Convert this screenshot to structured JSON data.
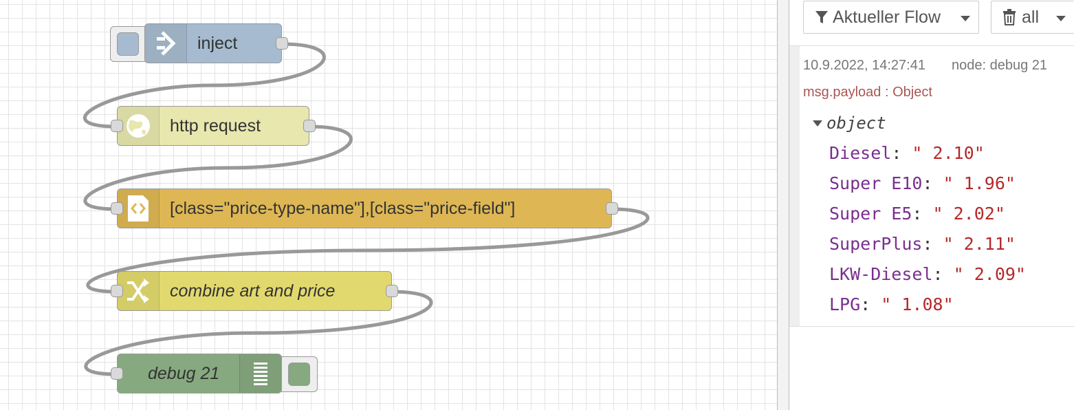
{
  "workspace": {
    "nodes": [
      {
        "id": "inject",
        "label": "inject",
        "color": "#a6bbcf",
        "icon": "arrow-in-icon"
      },
      {
        "id": "http",
        "label": "http request",
        "color": "#e7e7ae",
        "icon": "globe-icon"
      },
      {
        "id": "html",
        "label": "[class=\"price-type-name\"],[class=\"price-field\"]",
        "color": "#deb754",
        "icon": "code-file-icon"
      },
      {
        "id": "function",
        "label": "combine art and price",
        "color": "#e2d96e",
        "icon": "shuffle-icon"
      },
      {
        "id": "debug",
        "label": "debug 21",
        "color": "#87a980",
        "icon": "list-icon"
      }
    ],
    "wire_color": "#999999"
  },
  "sidebar": {
    "filter_label": "Aktueller Flow",
    "clear_label": "all",
    "message": {
      "timestamp": "10.9.2022, 14:27:41",
      "node": "node: debug 21",
      "topic": "msg.payload : Object",
      "root": "object",
      "properties": [
        {
          "key": "Diesel",
          "value": "\" 2.10\""
        },
        {
          "key": "Super E10",
          "value": "\" 1.96\""
        },
        {
          "key": "Super E5",
          "value": "\" 2.02\""
        },
        {
          "key": "SuperPlus",
          "value": "\" 2.11\""
        },
        {
          "key": "LKW-Diesel",
          "value": "\" 2.09\""
        },
        {
          "key": "LPG",
          "value": "\" 1.08\""
        }
      ]
    }
  }
}
